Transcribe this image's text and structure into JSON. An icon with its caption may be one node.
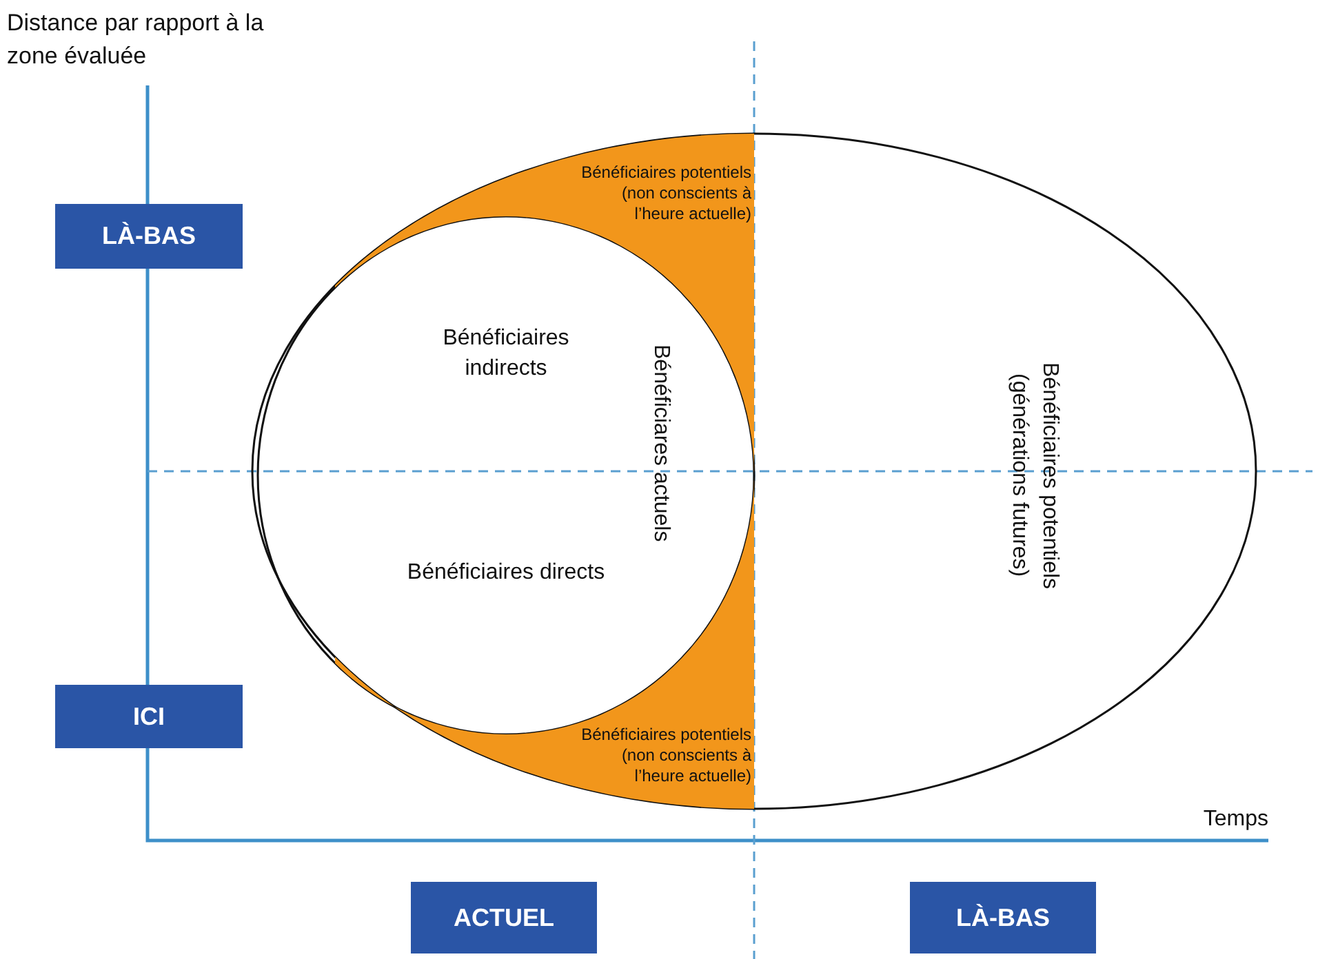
{
  "diagram": {
    "nodes": [
      {
        "text": [
          "LÀ-BAS"
        ]
      },
      {
        "text": [
          "ICI"
        ]
      },
      {
        "text": [
          "ACTUEL"
        ]
      },
      {
        "text": [
          "LÀ-BAS"
        ]
      },
      {
        "text": [
          "Bénéficiaires potentiels (générations futures)"
        ]
      },
      {
        "text": [
          "Bénéficiaires indirects",
          "Bénéficiaires directs",
          "Bénéficiares actuels"
        ],
        "in": 4
      },
      {
        "text": [
          "Bénéficiaires potentiels (non conscients à l’heure actuelle)"
        ],
        "in": 4
      },
      {
        "text": [
          "Bénéficiaires potentiels (non conscients à l’heure actuelle)"
        ],
        "in": 4
      }
    ],
    "edges": [],
    "labels": [
      "Distance par rapport à la zone évaluée",
      "Temps"
    ]
  }
}
